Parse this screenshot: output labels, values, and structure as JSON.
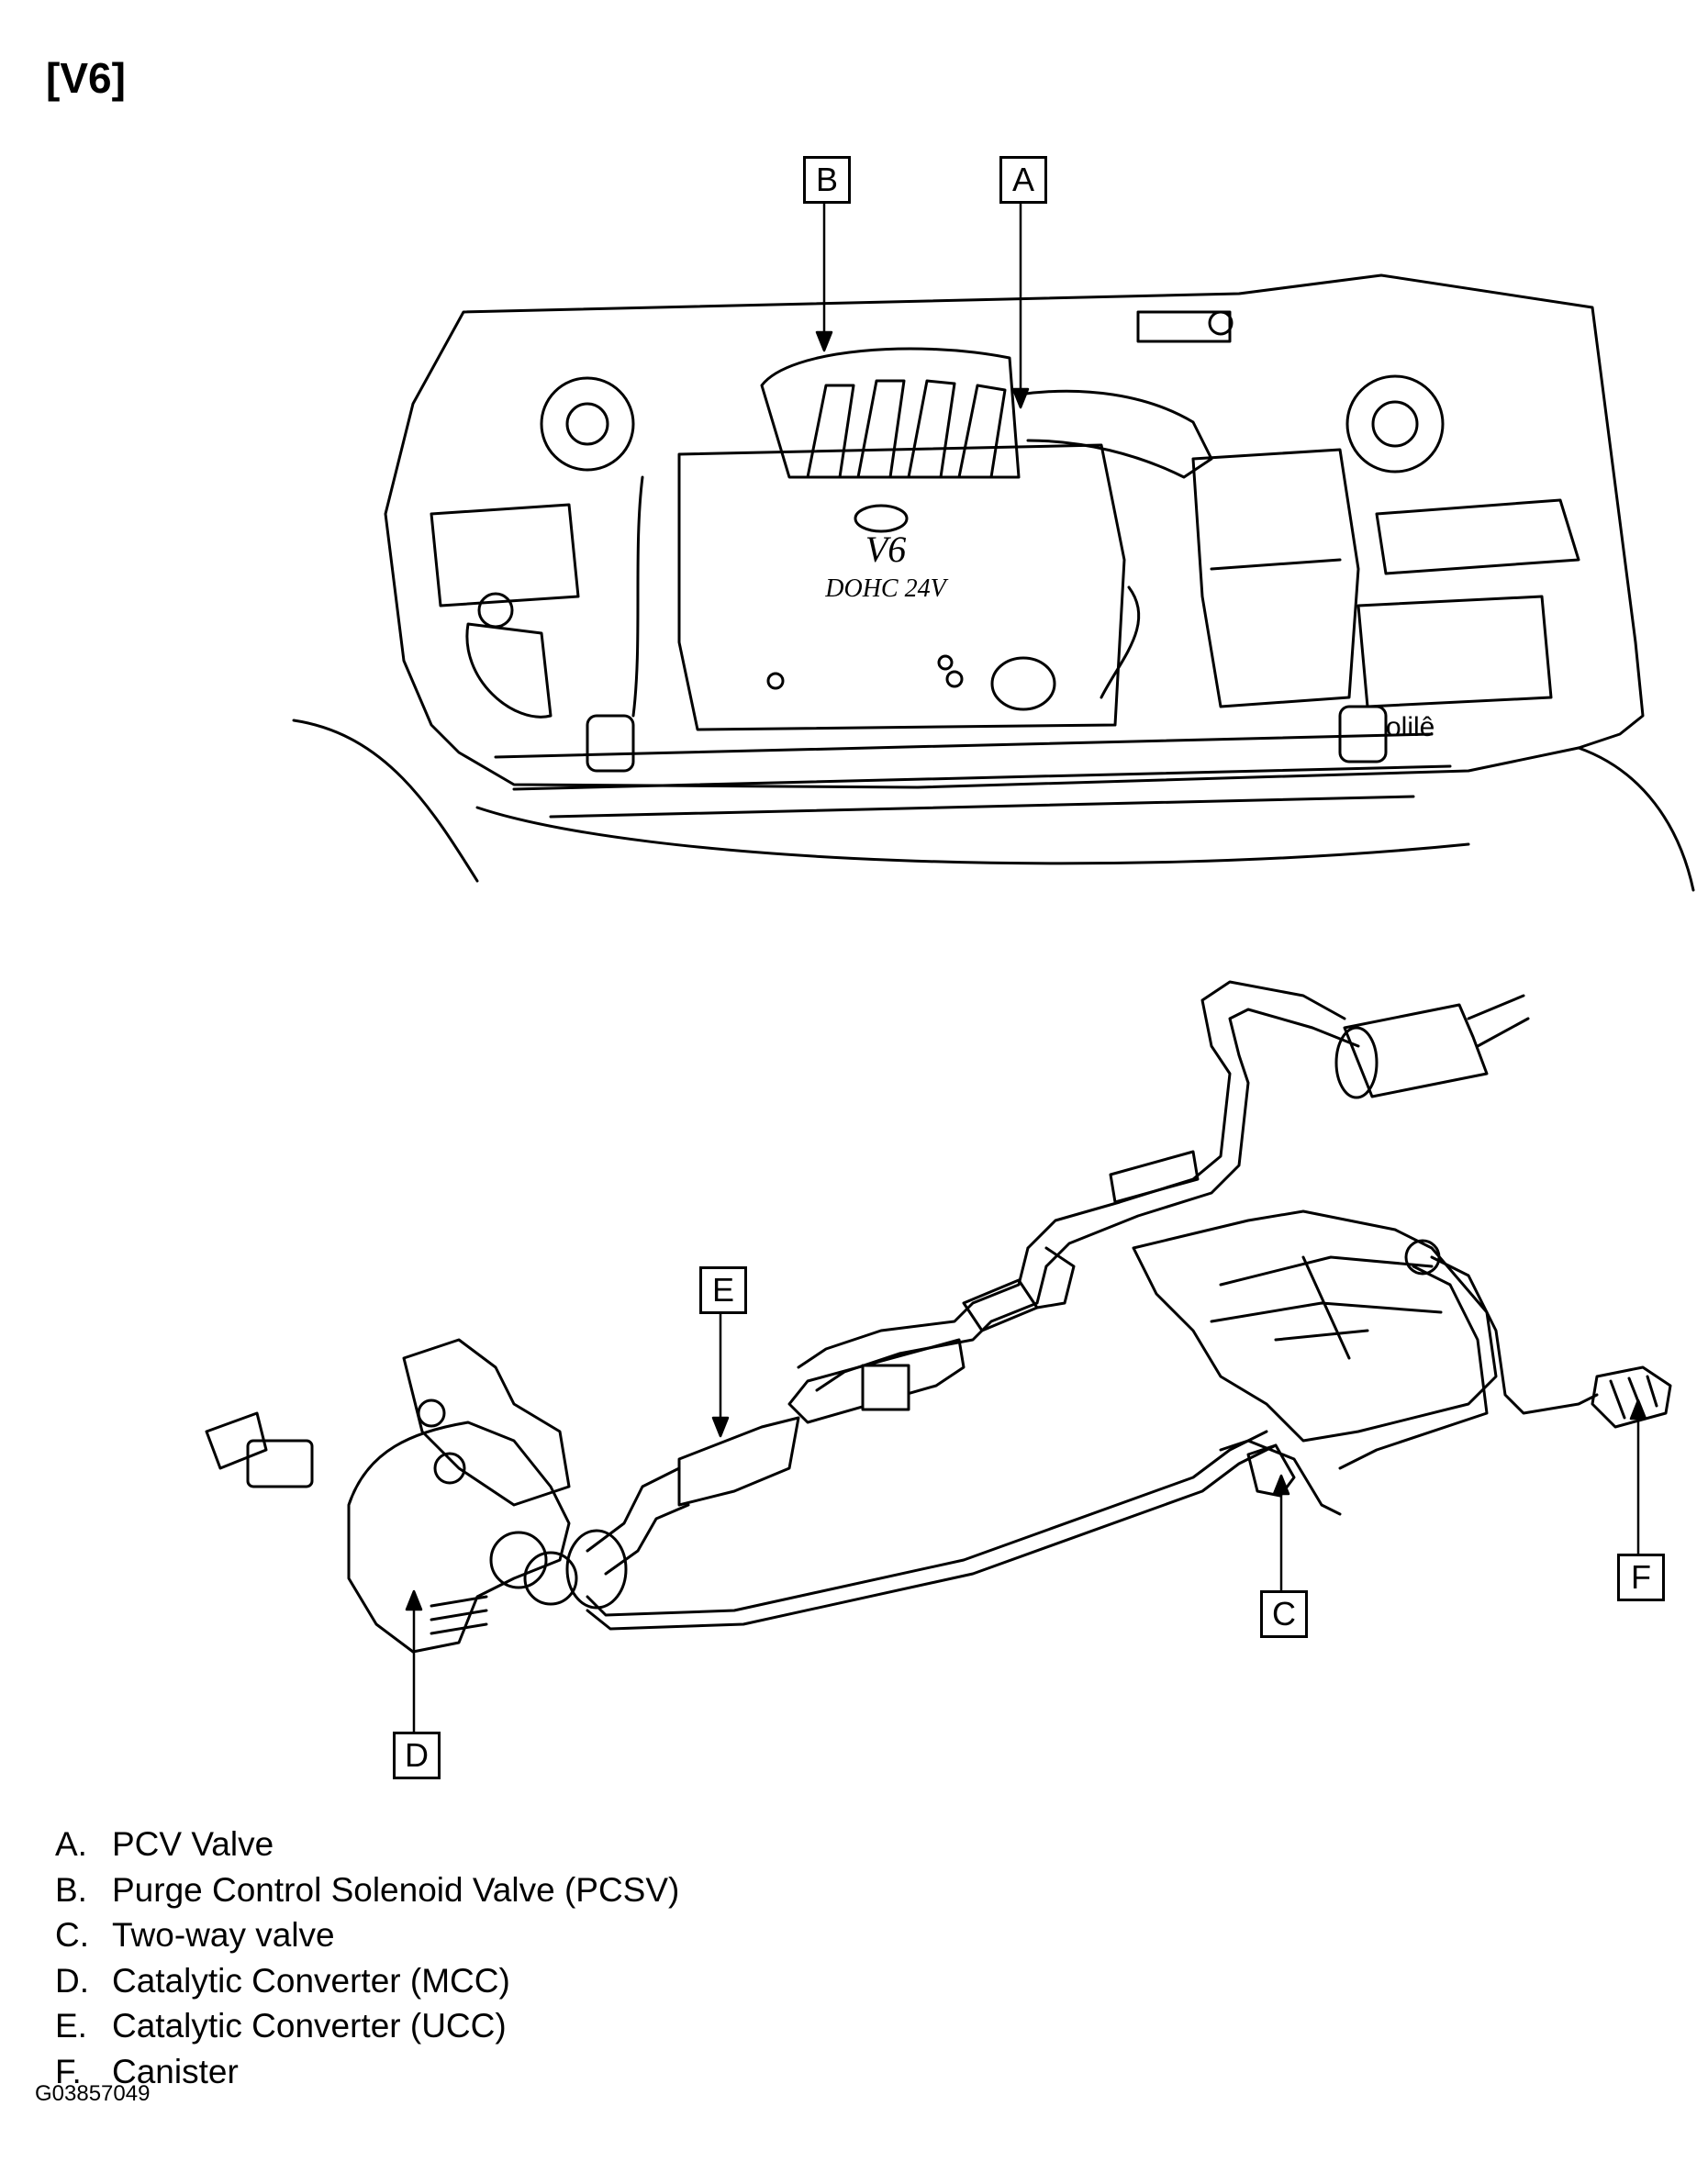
{
  "title": "[V6]",
  "callouts": {
    "a": "A",
    "b": "B",
    "c": "C",
    "d": "D",
    "e": "E",
    "f": "F"
  },
  "engine_cover": {
    "badge_text": "V6",
    "engine_text": "DOHC 24V"
  },
  "battery_label": "olilê",
  "legend": [
    {
      "letter": "A.",
      "text": "PCV Valve"
    },
    {
      "letter": "B.",
      "text": "Purge Control Solenoid Valve (PCSV)"
    },
    {
      "letter": "C.",
      "text": "Two-way valve"
    },
    {
      "letter": "D.",
      "text": "Catalytic Converter (MCC)"
    },
    {
      "letter": "E.",
      "text": "Catalytic Converter (UCC)"
    },
    {
      "letter": "F.",
      "text": "Canister"
    }
  ],
  "figure_id": "G03857049"
}
